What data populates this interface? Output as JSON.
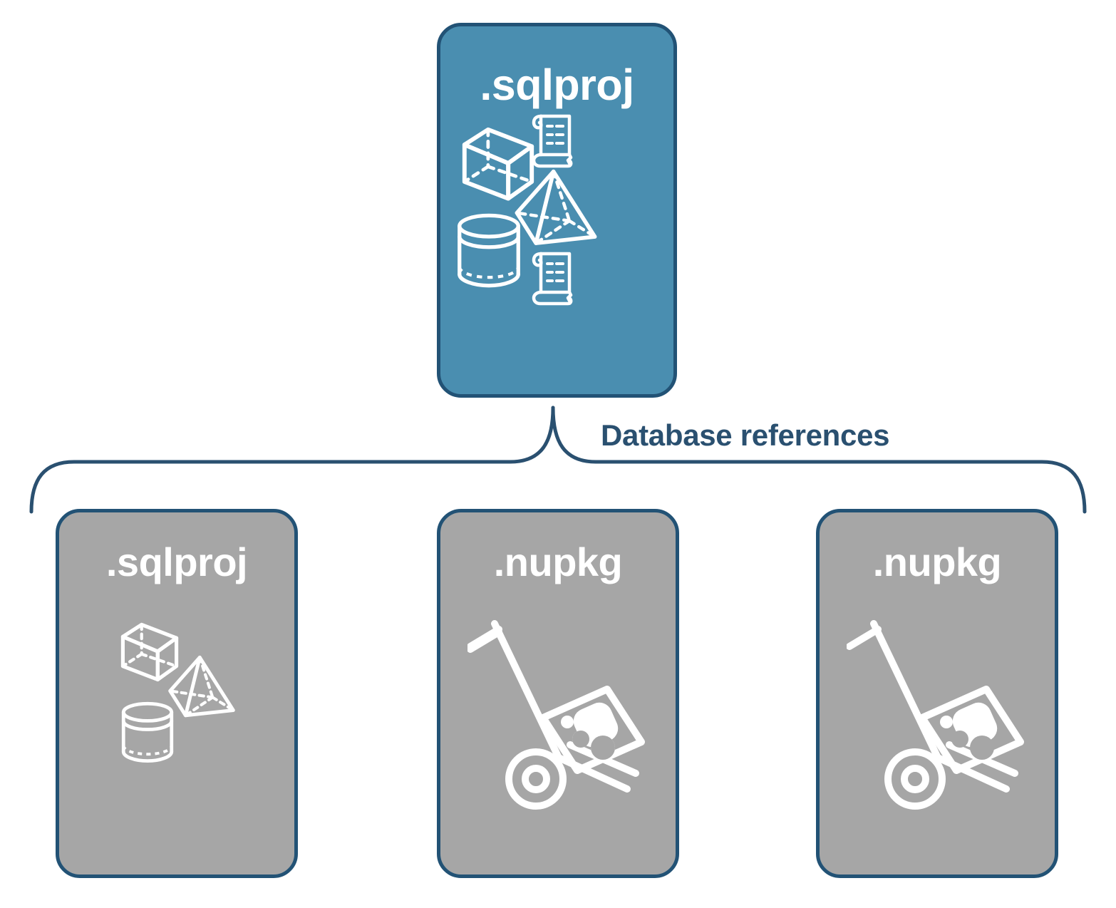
{
  "diagram": {
    "title": "Database references",
    "connector_label": "Database references",
    "colors": {
      "primary_fill": "#4A8EB0",
      "secondary_fill": "#A6A6A6",
      "border": "#225275",
      "label_text": "#2A5070",
      "icon_stroke": "#FFFFFF",
      "background": "#FFFFFF"
    },
    "parent": {
      "label": ".sqlproj",
      "kind": "primary",
      "icons": [
        "cube-icon",
        "scroll-icon",
        "pyramid-icon",
        "cylinder-icon",
        "scroll-icon"
      ]
    },
    "children": [
      {
        "label": ".sqlproj",
        "kind": "secondary",
        "icons": [
          "cube-icon",
          "pyramid-icon",
          "cylinder-icon"
        ]
      },
      {
        "label": ".nupkg",
        "kind": "secondary",
        "icons": [
          "hand-truck-package-icon"
        ]
      },
      {
        "label": ".nupkg",
        "kind": "secondary",
        "icons": [
          "hand-truck-package-icon"
        ]
      }
    ]
  }
}
